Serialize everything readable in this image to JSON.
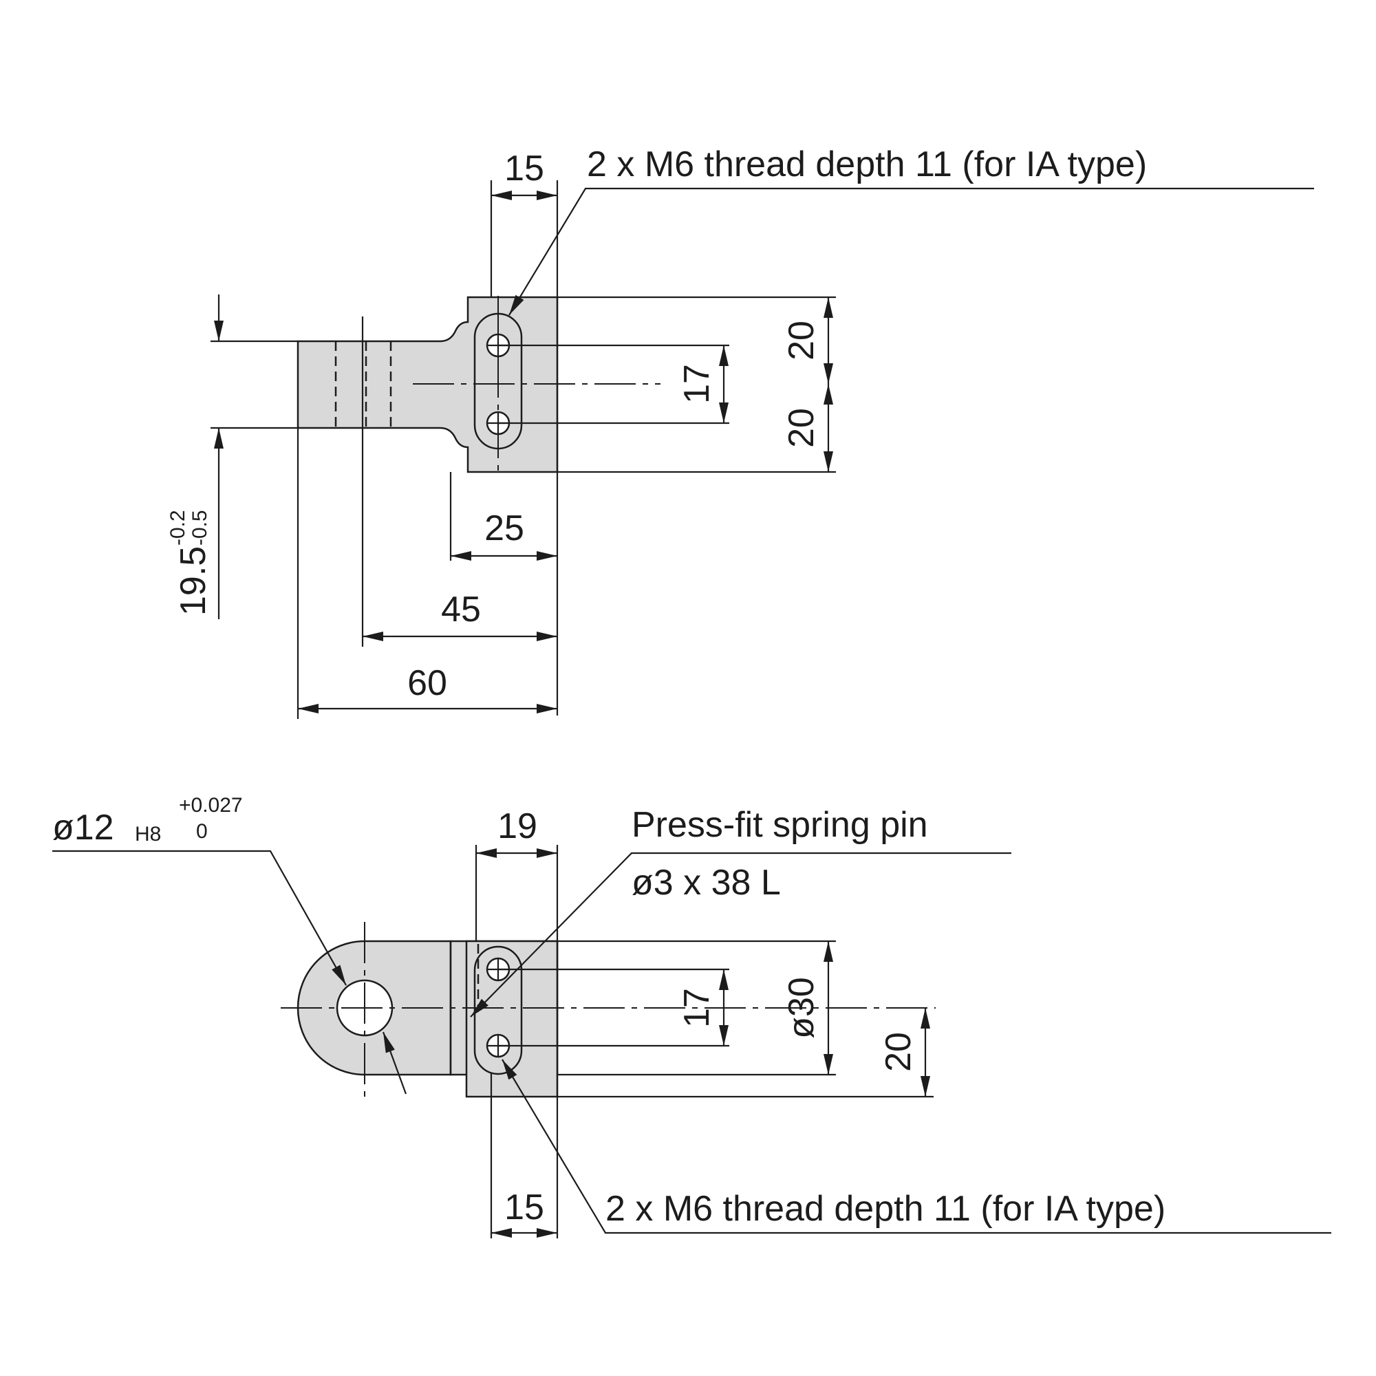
{
  "top_view": {
    "dim_pitch_top": "15",
    "note_thread": "2 x M6 thread depth 11 (for IA type)",
    "dim_height_upper": "20",
    "dim_height_lower": "20",
    "dim_hole_spacing": "17",
    "dim_width_25": "25",
    "dim_width_45": "45",
    "dim_width_60": "60",
    "dim_thickness_main": "19.5",
    "dim_thickness_tol_upper": "-0.2",
    "dim_thickness_tol_lower": "-0.5"
  },
  "bottom_view": {
    "dim_bore_prefix": "ø12",
    "dim_bore_fit": "H8",
    "dim_bore_tol_upper": "+0.027",
    "dim_bore_tol_lower": "0",
    "dim_width_19": "19",
    "note_pin_title": "Press-fit spring pin",
    "note_pin_size": "ø3 x 38 L",
    "dim_hole_spacing": "17",
    "dim_diameter_30": "ø30",
    "dim_height_20": "20",
    "dim_pitch_bottom": "15",
    "note_thread": "2 x M6 thread depth 11 (for IA type)"
  }
}
